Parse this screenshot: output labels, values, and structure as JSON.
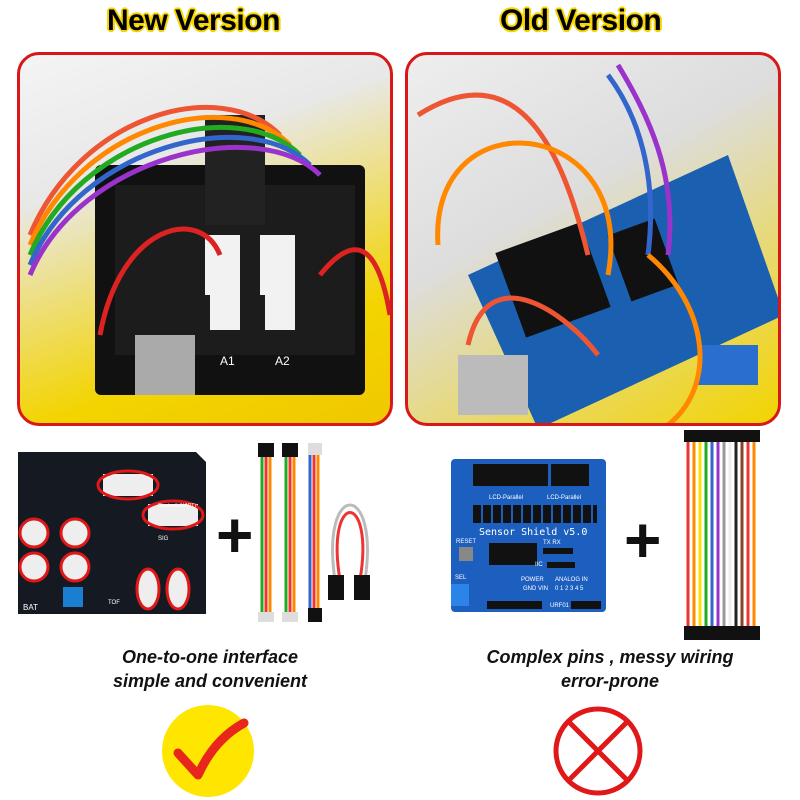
{
  "headings": {
    "new": "New Version",
    "old": "Old Version"
  },
  "new_board": {
    "labels": [
      "A1",
      "A2",
      "BAT",
      "Bluetooth(UART)",
      "TOF",
      "SIG"
    ]
  },
  "old_board": {
    "title": "Sensor Shield v5.0",
    "labels": [
      "LCD-Parallel",
      "LCD-Parallel",
      "RESET",
      "POWER",
      "ANALOG IN",
      "SEL",
      "URF01",
      "IIC",
      "TX RX",
      "GND VIN",
      "0 1 2 3 4 5"
    ]
  },
  "plus": "+",
  "captions": {
    "new_line1": "One-to-one interface",
    "new_line2": "simple and convenient",
    "old_line1": "Complex pins , messy wiring",
    "old_line2": "error-prone"
  },
  "colors": {
    "frame": "#d81818",
    "title_outline": "#f5d400",
    "check_bg": "#ffe600",
    "check": "#e8261c",
    "cross": "#e01818"
  }
}
